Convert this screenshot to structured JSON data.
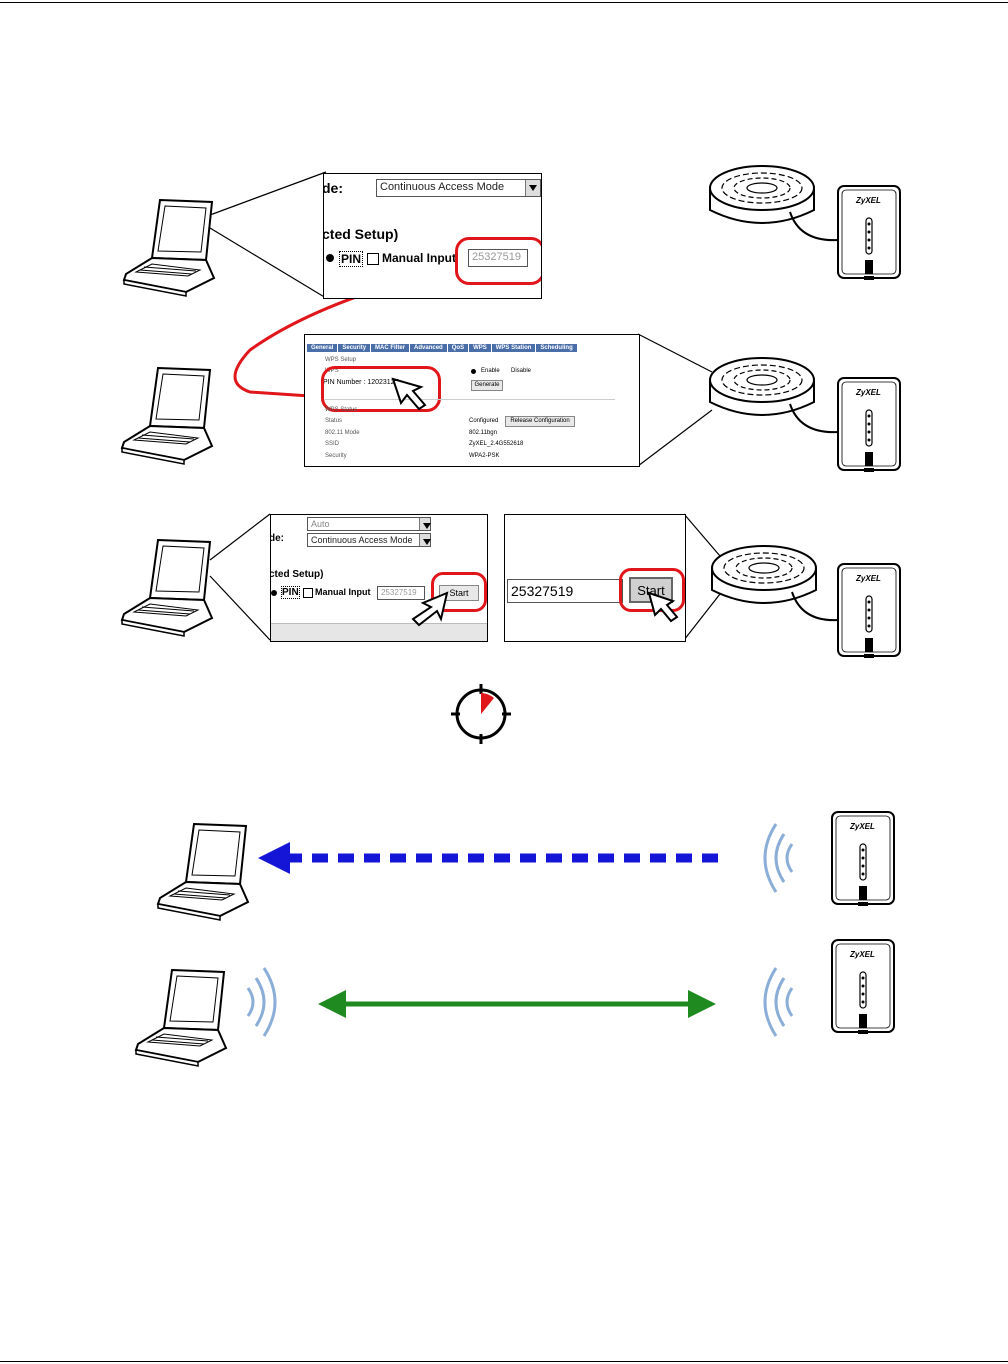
{
  "brand": "ZyXEL",
  "step1": {
    "mode_label_fragment": "de:",
    "mode_value": "Continuous Access Mode",
    "setup_fragment": "cted Setup)",
    "pin_label": "PIN",
    "manual_input_label": "Manual Input",
    "pin_value": "25327519"
  },
  "step2": {
    "tabs": [
      "General",
      "Security",
      "MAC Filter",
      "Advanced",
      "QoS",
      "WPS",
      "WPS Station",
      "Scheduling"
    ],
    "wps_setup_heading": "WPS Setup",
    "wps_label": "WPS",
    "enable_label": "Enable",
    "disable_label": "Disable",
    "pin_number_label": "PIN Number : 12023127",
    "generate_label": "Generate",
    "wps_status_heading": "WPS Status",
    "status_label": "Status",
    "status_value": "Configured",
    "release_label": "Release Configuration",
    "mode_label": "802.11 Mode",
    "mode_value": "802.11bgn",
    "ssid_label": "SSID",
    "ssid_value": "ZyXEL_2.4G552618",
    "security_label": "Security",
    "security_value": "WPA2-PSK"
  },
  "step3": {
    "auto_value": "Auto",
    "mode_label_fragment": "de:",
    "mode_value": "Continuous Access Mode",
    "setup_fragment": "cted Setup)",
    "pin_label": "PIN",
    "manual_input_label": "Manual Input",
    "pin_value": "25327519",
    "start_label": "Start",
    "right_pin_value": "25327519",
    "right_start_label": "Start"
  },
  "colors": {
    "highlight": "#e0161b",
    "pending_arrow": "#1515d8",
    "connected_arrow": "#1f8a1f",
    "wave": "#8aaed8",
    "tab": "#4a6ea8"
  },
  "icons": [
    "laptop-icon",
    "router-icon",
    "repeater-icon",
    "cursor-icon",
    "timer-icon",
    "wireless-wave-icon"
  ]
}
